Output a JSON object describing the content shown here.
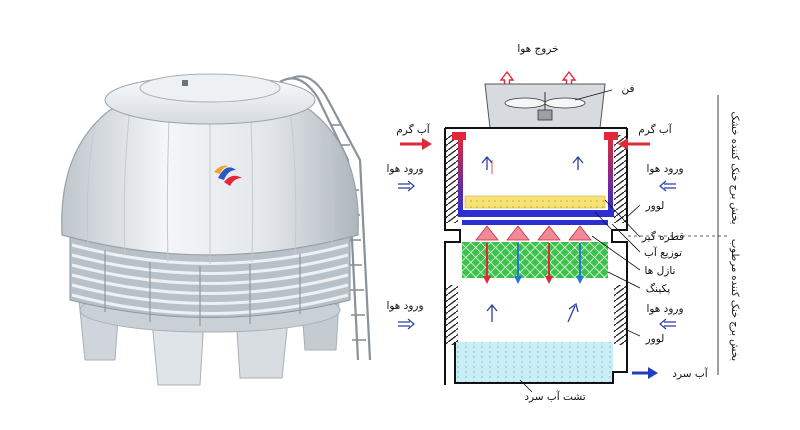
{
  "labels": {
    "air_out": "خروج هوا",
    "fan": "فن",
    "hot_water_left": "آب گرم",
    "hot_water_right": "آب گرم",
    "air_in_top_left": "ورود هوا",
    "air_in_top_right": "ورود هوا",
    "louver_top": "لوور",
    "drift_eliminator": "قطره گیر",
    "water_distribution": "توزیع آب",
    "nozzles": "نازل ها",
    "packing": "پکینگ",
    "air_in_bottom_left": "ورود هوا",
    "air_in_bottom_right": "ورود هوا",
    "louver_bottom": "لوور",
    "cold_water": "آب سرد",
    "cold_water_basin": "تشت آب سرد",
    "section_dry": "بخش برج خنک کننده خشک",
    "section_wet": "بخش برج خنک کننده مرطوب"
  },
  "colors": {
    "hot": "#e0283a",
    "cold": "#1f3fbf",
    "air_arrow": "#2a3fa8",
    "packing": "#3cc24a",
    "drift": "#f5e27a",
    "basin": "#c9eef6",
    "tower_body": "#e9edf0"
  },
  "photo": {
    "subject": "round-fiberglass-cooling-tower",
    "logo": "brand-logo-icon"
  }
}
